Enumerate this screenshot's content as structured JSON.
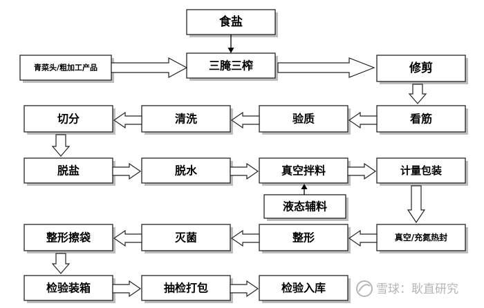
{
  "nodes": {
    "salt": "食盐",
    "raw": "青菜头/粗加工产品",
    "pickle": "三腌三榨",
    "trim": "修剪",
    "tendon": "看筋",
    "inspect": "验质",
    "wash": "清洗",
    "cut": "切分",
    "desalt": "脱盐",
    "dehydrate": "脱水",
    "mix": "真空拌料",
    "pack": "计量包装",
    "liquid": "液态辅料",
    "seal": "真空/充氮热封",
    "shape": "整形",
    "sterilize": "灭菌",
    "wipe": "整形擦袋",
    "box": "检验装箱",
    "sample": "抽检打包",
    "store": "检验入库"
  },
  "watermark": {
    "brand": "雪球：耿直研究"
  }
}
